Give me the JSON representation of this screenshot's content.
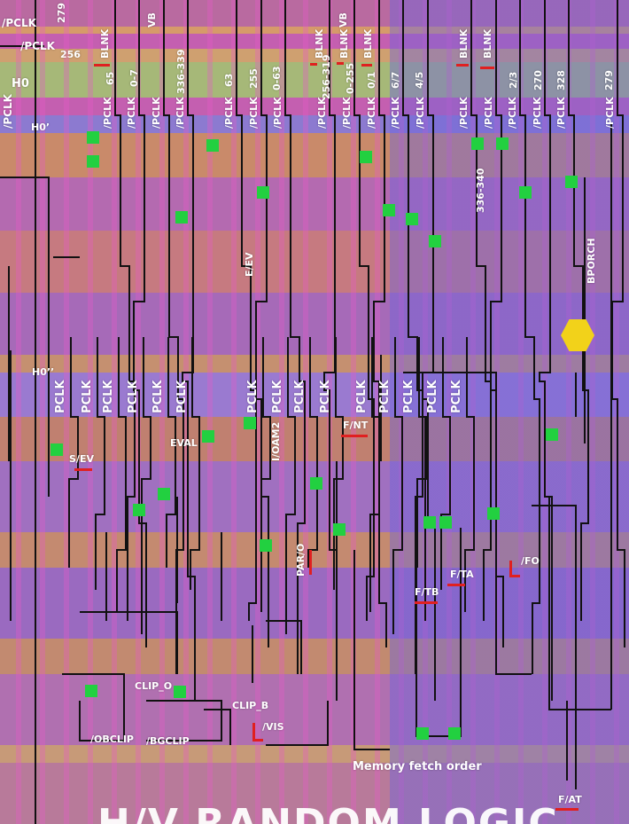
{
  "title": "H/V RANDOM LOGIC",
  "caption": "Memory fetch order",
  "left_labels": {
    "pclk_a": "/PCLK",
    "pclk_b": "/PCLK",
    "n256": "256",
    "h0": "H0",
    "h0p": "H0’",
    "h0pp": "H0’’",
    "pclk_left": "/PCLK"
  },
  "top_labels": {
    "n279a": "279",
    "vb_a": "VB",
    "vb_b": "VB",
    "blnk": [
      "BLNK",
      "BLNK",
      "BLNK",
      "BLNK",
      "BLNK",
      "BLNK"
    ],
    "counts": [
      "65",
      "0-7",
      "336-339",
      "63",
      "255",
      "0-63",
      "256-319",
      "0-255",
      "0/1",
      "6/7",
      "4/5",
      "2/3",
      "270",
      "328",
      "279"
    ]
  },
  "npclk_row": [
    "/PCLK",
    "/PCLK",
    "/PCLK",
    "/PCLK",
    "/PCLK",
    "/PCLK",
    "/PCLK",
    "/PCLK",
    "/PCLK",
    "/PCLK",
    "/PCLK",
    "/PCLK",
    "/PCLK",
    "/PCLK",
    "/PCLK",
    "/PCLK",
    "/PCLK",
    "/PCLK"
  ],
  "pclk_row": [
    "PCLK",
    "PCLK",
    "PCLK",
    "PCLK",
    "PCLK",
    "PCLK",
    "PCLK",
    "PCLK",
    "PCLK",
    "PCLK",
    "PCLK",
    "PCLK",
    "PCLK",
    "PCLK",
    "PCLK"
  ],
  "signals": {
    "n336_340": "336-340",
    "bporch": "BPORCH",
    "e_ev": "E/EV",
    "f_nt": "F/NT",
    "s_ev": "S/EV",
    "eval": "EVAL",
    "i_oam2": "I/OAM2",
    "par_o": "PAR/O",
    "f_tb": "F/TB",
    "f_ta": "F/TA",
    "fo": "/FO",
    "clip_o": "CLIP_O",
    "clip_b": "CLIP_B",
    "vis": "/VIS",
    "obclip": "/OBCLIP",
    "bgclip": "/BGCLIP",
    "f_at": "F/AT"
  },
  "colors": {
    "annotation_red": "#e02020",
    "highlight_green": "#22d040",
    "marker_yellow": "#f2d21a"
  }
}
